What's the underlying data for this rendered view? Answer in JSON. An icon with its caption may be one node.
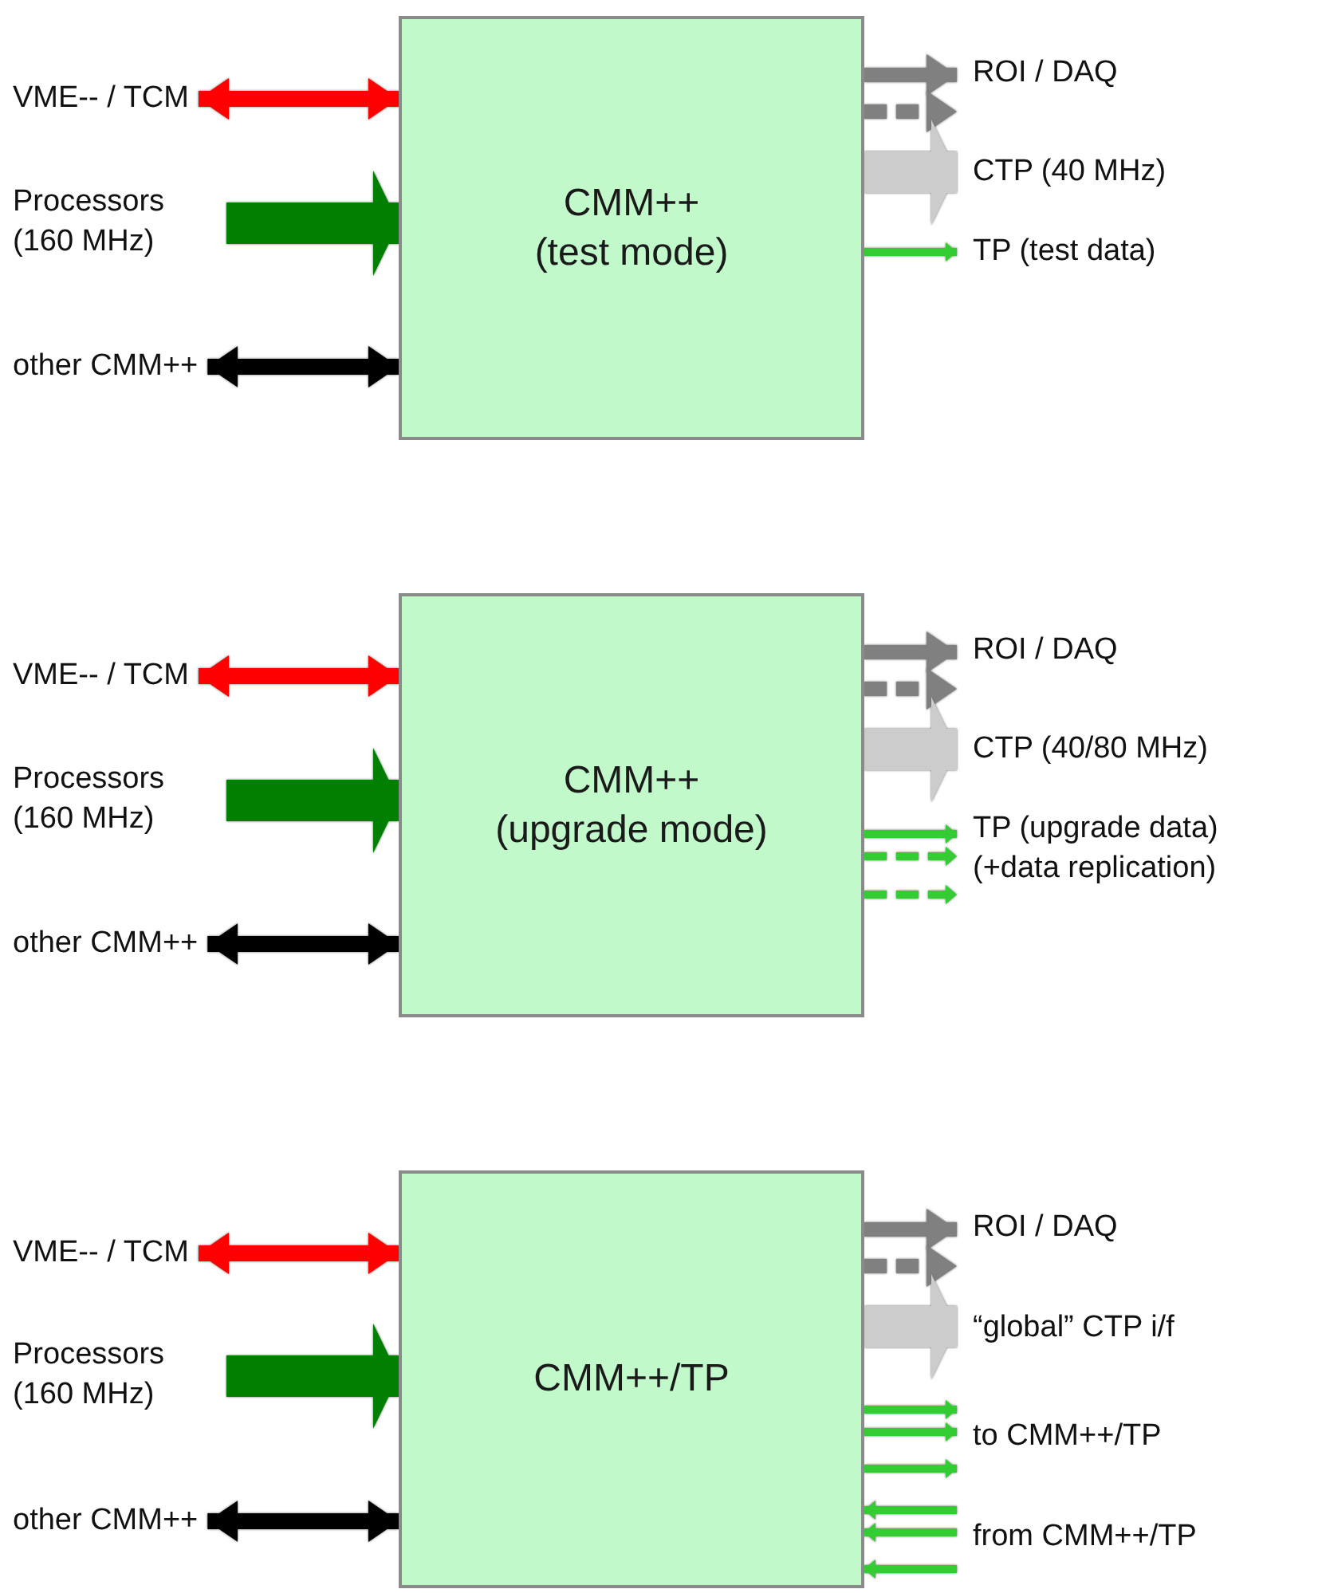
{
  "diagram": {
    "nodes": [
      {
        "text": [
          "CMM++",
          "(test mode)"
        ]
      },
      {
        "text": [
          "VME-- / TCM"
        ]
      },
      {
        "text": [
          "Processors (160 MHz)"
        ]
      },
      {
        "text": [
          "other CMM++"
        ]
      },
      {
        "text": [
          "ROI / DAQ"
        ]
      },
      {
        "text": [
          "CTP (40 MHz)"
        ]
      },
      {
        "text": [
          "TP (test data)"
        ]
      },
      {
        "text": [
          "CMM++",
          "(upgrade mode)"
        ]
      },
      {
        "text": [
          "VME-- / TCM"
        ]
      },
      {
        "text": [
          "Processors (160 MHz)"
        ]
      },
      {
        "text": [
          "other CMM++"
        ]
      },
      {
        "text": [
          "ROI / DAQ"
        ]
      },
      {
        "text": [
          "CTP (40/80 MHz)"
        ]
      },
      {
        "text": [
          "TP (upgrade data) (+data replication)"
        ]
      },
      {
        "text": [
          "CMM++/TP"
        ]
      },
      {
        "text": [
          "VME-- / TCM"
        ]
      },
      {
        "text": [
          "Processors (160 MHz)"
        ]
      },
      {
        "text": [
          "other CMM++"
        ]
      },
      {
        "text": [
          "ROI / DAQ"
        ]
      },
      {
        "text": [
          "“global” CTP i/f"
        ]
      },
      {
        "text": [
          "to CMM++/TP"
        ]
      },
      {
        "text": [
          "from CMM++/TP"
        ]
      }
    ],
    "edges": [
      {
        "from": 1,
        "to": 0,
        "arrow": "both",
        "color": "#ff0000"
      },
      {
        "from": 2,
        "to": 0,
        "arrow": "to",
        "style": "thick",
        "color": "#007f00"
      },
      {
        "from": 3,
        "to": 0,
        "arrow": "both",
        "color": "#000000"
      },
      {
        "from": 0,
        "to": 4,
        "arrow": "to",
        "color": "#808080"
      },
      {
        "from": 0,
        "to": 4,
        "arrow": "to",
        "style": "dashed",
        "color": "#808080"
      },
      {
        "from": 0,
        "to": 5,
        "arrow": "to",
        "style": "thick",
        "color": "#cccccc"
      },
      {
        "from": 0,
        "to": 6,
        "arrow": "to",
        "color": "#33cc33"
      },
      {
        "from": 8,
        "to": 7,
        "arrow": "both",
        "color": "#ff0000"
      },
      {
        "from": 9,
        "to": 7,
        "arrow": "to",
        "style": "thick",
        "color": "#007f00"
      },
      {
        "from": 10,
        "to": 7,
        "arrow": "both",
        "color": "#000000"
      },
      {
        "from": 7,
        "to": 11,
        "arrow": "to",
        "color": "#808080"
      },
      {
        "from": 7,
        "to": 11,
        "arrow": "to",
        "style": "dashed",
        "color": "#808080"
      },
      {
        "from": 7,
        "to": 12,
        "arrow": "to",
        "style": "thick",
        "color": "#cccccc"
      },
      {
        "from": 7,
        "to": 13,
        "arrow": "to",
        "color": "#33cc33"
      },
      {
        "from": 7,
        "to": 13,
        "arrow": "to",
        "style": "dashed",
        "color": "#33cc33"
      },
      {
        "from": 7,
        "to": 13,
        "arrow": "to",
        "style": "dashed",
        "color": "#33cc33"
      },
      {
        "from": 15,
        "to": 14,
        "arrow": "both",
        "color": "#ff0000"
      },
      {
        "from": 16,
        "to": 14,
        "arrow": "to",
        "style": "thick",
        "color": "#007f00"
      },
      {
        "from": 17,
        "to": 14,
        "arrow": "both",
        "color": "#000000"
      },
      {
        "from": 14,
        "to": 18,
        "arrow": "to",
        "color": "#808080"
      },
      {
        "from": 14,
        "to": 18,
        "arrow": "to",
        "style": "dashed",
        "color": "#808080"
      },
      {
        "from": 14,
        "to": 19,
        "arrow": "to",
        "style": "thick",
        "color": "#cccccc"
      },
      {
        "from": 14,
        "to": 20,
        "arrow": "to",
        "color": "#33cc33"
      },
      {
        "from": 14,
        "to": 20,
        "arrow": "to",
        "color": "#33cc33"
      },
      {
        "from": 14,
        "to": 20,
        "arrow": "to",
        "color": "#33cc33"
      },
      {
        "from": 21,
        "to": 14,
        "arrow": "to",
        "color": "#33cc33"
      },
      {
        "from": 21,
        "to": 14,
        "arrow": "to",
        "color": "#33cc33"
      },
      {
        "from": 21,
        "to": 14,
        "arrow": "to",
        "color": "#33cc33"
      }
    ]
  }
}
